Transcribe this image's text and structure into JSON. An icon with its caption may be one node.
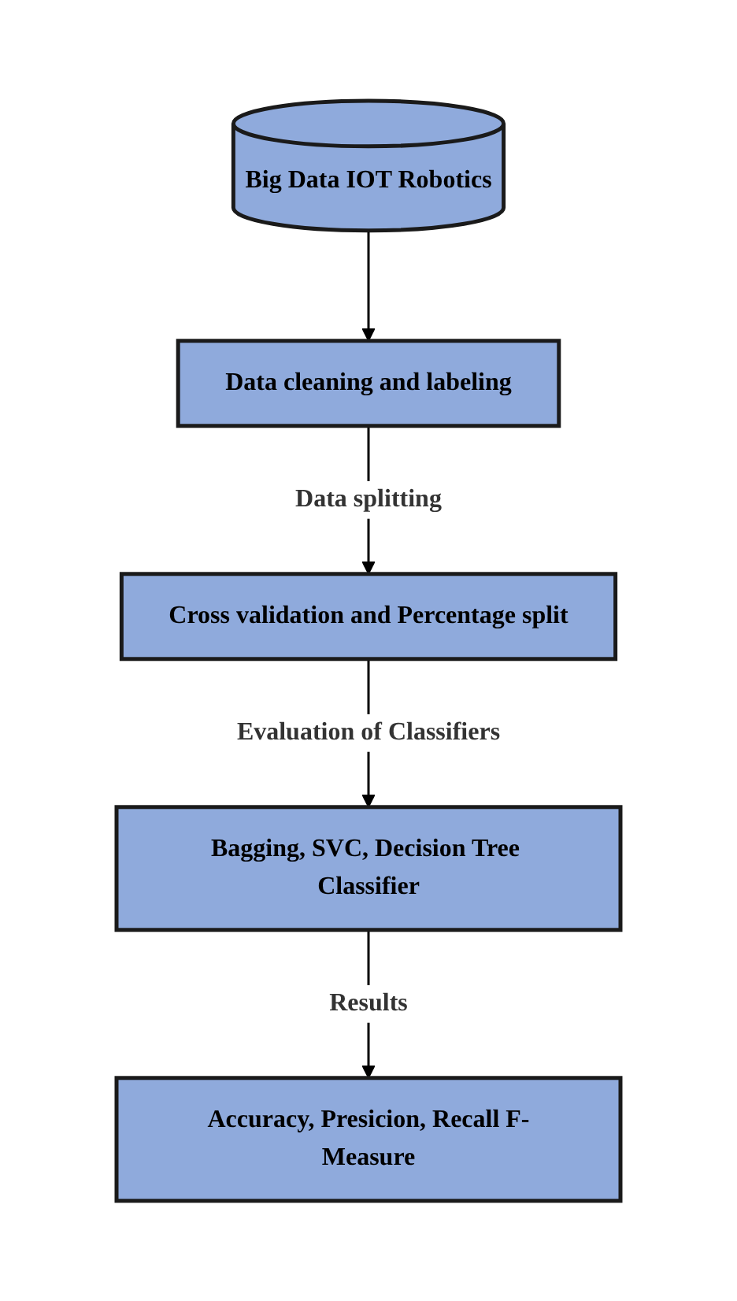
{
  "diagram": {
    "nodes": [
      {
        "text": [
          "Big Data IOT Robotics"
        ]
      },
      {
        "text": [
          "Data cleaning and labeling"
        ]
      },
      {
        "text": [
          "Cross validation and Percentage split"
        ]
      },
      {
        "text": [
          "Bagging, SVC, Decision Tree Classifier"
        ]
      },
      {
        "text": [
          "Accuracy, Presicion, Recall F-Measure"
        ]
      }
    ],
    "edges": [
      {
        "from": 0,
        "to": 1,
        "arrow": "to"
      },
      {
        "from": 1,
        "to": 2,
        "arrow": "to",
        "label": "Data splitting"
      },
      {
        "from": 2,
        "to": 3,
        "arrow": "to",
        "label": "Evaluation of Classifiers"
      },
      {
        "from": 3,
        "to": 4,
        "arrow": "to",
        "label": "Results"
      }
    ]
  }
}
